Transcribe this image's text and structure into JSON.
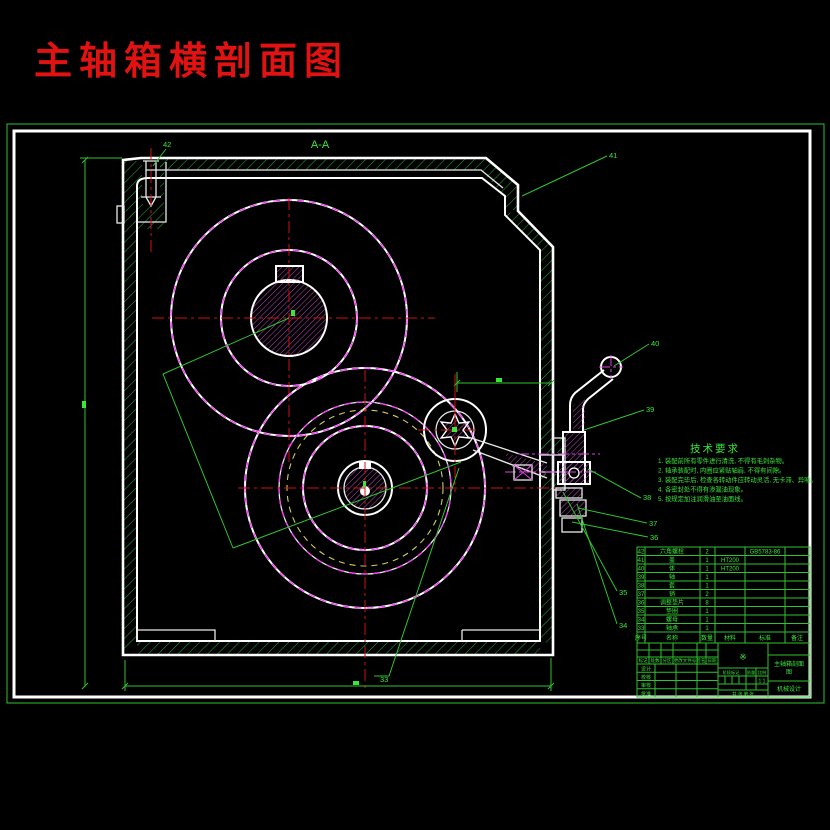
{
  "title": "主轴箱横剖面图",
  "section_label": "A-A",
  "colors": {
    "background": "#000000",
    "title_red": "#e11212",
    "line_green": "#2fc32f",
    "text_green": "#3ae63a",
    "outline_white": "#ffffff",
    "dash_magenta": "#ff35ff",
    "dash_yellow": "#cfcf55",
    "centerline_red": "#d01212"
  },
  "tech_requirements": {
    "title": "技术要求",
    "lines": [
      "1. 装配前所有零件进行清洗, 不得有毛刺杂物。",
      "2. 轴承装配时, 内圈应紧贴轴肩, 不得有间隙。",
      "3. 装配完毕后, 检查各转动件应转动灵活, 无卡滞、异响。",
      "4. 各密封处不得有渗漏油现象。",
      "5. 按规定加注润滑油至油面线。"
    ]
  },
  "leader_labels": {
    "l42": "42",
    "l41": "41",
    "l40": "40",
    "l39": "39",
    "l38": "38",
    "l37": "37",
    "l36": "36",
    "l35": "35",
    "l34": "34",
    "l33": "33"
  },
  "bom": {
    "headers": [
      "序号",
      "名称",
      "数量",
      "材料",
      "标准",
      "备注"
    ],
    "rows": [
      {
        "no": "42",
        "name": "六角螺栓",
        "qty": "2",
        "material": "",
        "std": "GB5783-86"
      },
      {
        "no": "41",
        "name": "盖",
        "qty": "1",
        "material": "HT200",
        "std": ""
      },
      {
        "no": "40",
        "name": "体",
        "qty": "1",
        "material": "HT200",
        "std": ""
      },
      {
        "no": "39",
        "name": "轴",
        "qty": "1",
        "material": "",
        "std": ""
      },
      {
        "no": "38",
        "name": "套",
        "qty": "1",
        "material": "",
        "std": ""
      },
      {
        "no": "37",
        "name": "销",
        "qty": "2",
        "material": "",
        "std": ""
      },
      {
        "no": "36",
        "name": "调整垫片",
        "qty": "8",
        "material": "",
        "std": ""
      },
      {
        "no": "35",
        "name": "垫圈",
        "qty": "1",
        "material": "",
        "std": ""
      },
      {
        "no": "34",
        "name": "螺母",
        "qty": "1",
        "material": "",
        "std": ""
      },
      {
        "no": "33",
        "name": "轴承",
        "qty": "1",
        "material": "",
        "std": ""
      }
    ]
  },
  "title_block": {
    "change_header": [
      "标记",
      "处数",
      "分区",
      "更改文件号",
      "签名",
      "日期"
    ],
    "roles": [
      "设计",
      "校核",
      "审核",
      "批准"
    ],
    "stage_label": "阶段标记",
    "mass_label": "质量",
    "scale_label": "比例",
    "scale_value": "1:1",
    "sheet_label": "共 张 第 张",
    "stamp": "※",
    "drawing_title_line1": "主轴箱剖面",
    "drawing_title_line2": "图",
    "org": "机械设计"
  }
}
